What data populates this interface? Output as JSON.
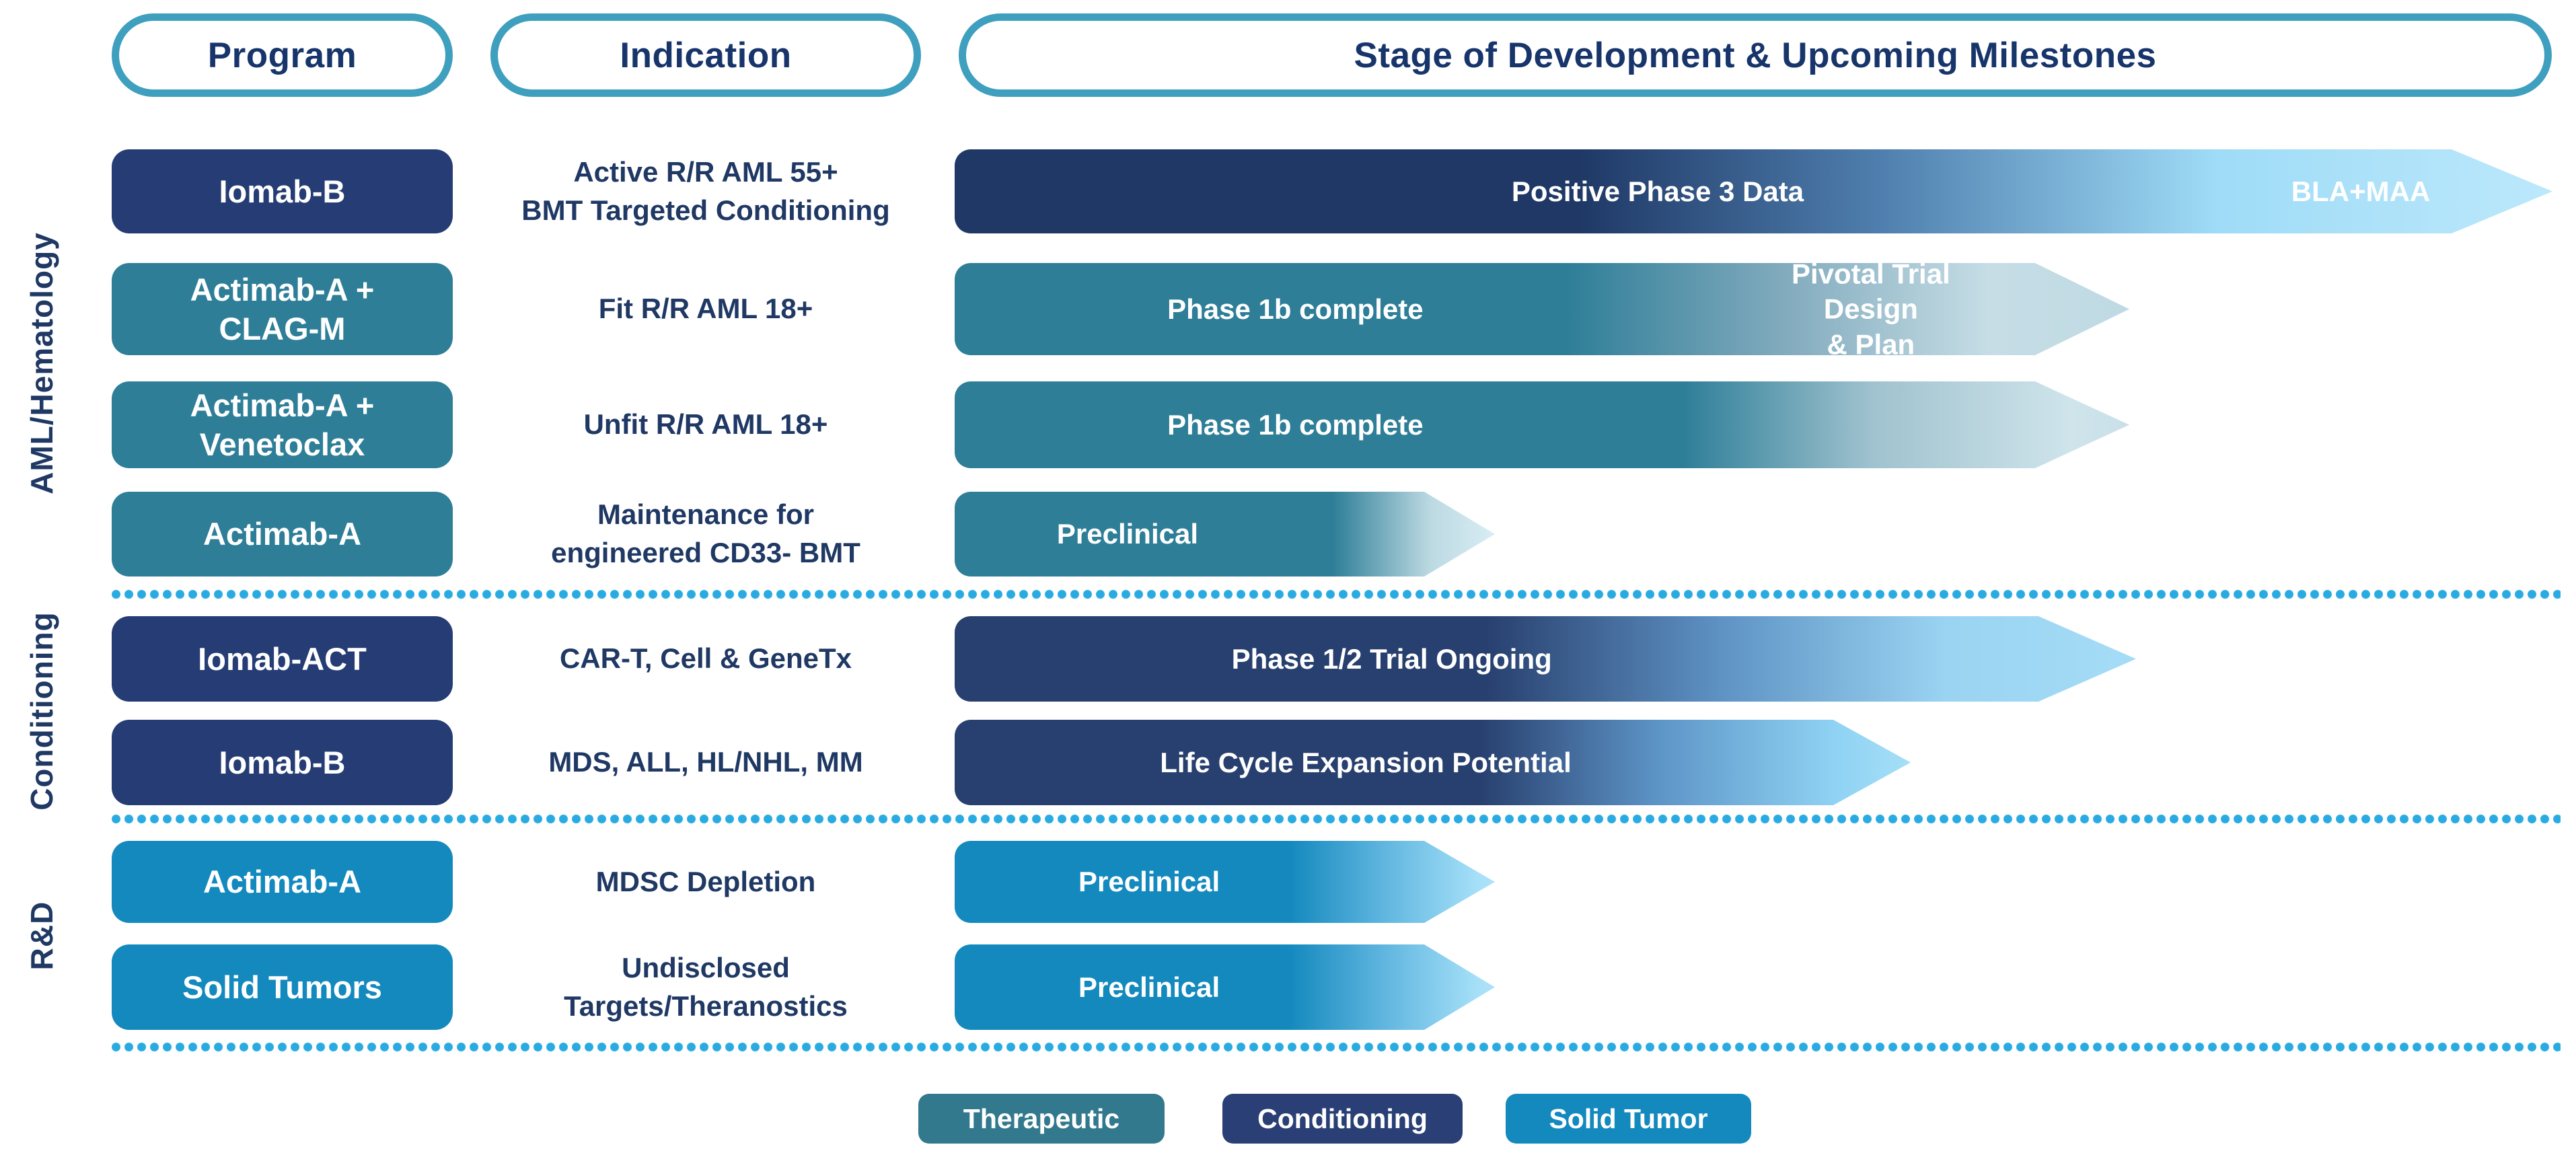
{
  "header": {
    "program": "Program",
    "indication": "Indication",
    "stage": "Stage of Development & Upcoming Milestones"
  },
  "categories": [
    {
      "label": "AML/Hematology"
    },
    {
      "label": "Conditioning"
    },
    {
      "label": "R&D"
    }
  ],
  "rows": [
    {
      "program": "Iomab-B",
      "indication": "Active R/R AML 55+\nBMT Targeted Conditioning",
      "stage": "Positive Phase 3 Data",
      "milestone": "BLA+MAA",
      "type": "conditioning"
    },
    {
      "program": "Actimab-A +\nCLAG-M",
      "indication": "Fit R/R AML 18+",
      "stage": "Phase 1b complete",
      "milestone": "Pivotal Trial Design\n& Plan",
      "type": "therapeutic"
    },
    {
      "program": "Actimab-A +\nVenetoclax",
      "indication": "Unfit R/R AML 18+",
      "stage": "Phase 1b complete",
      "milestone": "",
      "type": "therapeutic"
    },
    {
      "program": "Actimab-A",
      "indication": "Maintenance for\nengineered CD33- BMT",
      "stage": "Preclinical",
      "milestone": "",
      "type": "therapeutic"
    },
    {
      "program": "Iomab-ACT",
      "indication": "CAR-T, Cell & GeneTx",
      "stage": "Phase 1/2 Trial Ongoing",
      "milestone": "",
      "type": "conditioning"
    },
    {
      "program": "Iomab-B",
      "indication": "MDS, ALL, HL/NHL, MM",
      "stage": "Life Cycle Expansion Potential",
      "milestone": "",
      "type": "conditioning"
    },
    {
      "program": "Actimab-A",
      "indication": "MDSC Depletion",
      "stage": "Preclinical",
      "milestone": "",
      "type": "solid-tumor"
    },
    {
      "program": "Solid Tumors",
      "indication": "Undisclosed\nTargets/Theranostics",
      "stage": "Preclinical",
      "milestone": "",
      "type": "solid-tumor"
    }
  ],
  "legend": [
    {
      "label": "Therapeutic",
      "color": "#32798E"
    },
    {
      "label": "Conditioning",
      "color": "#2A3F75"
    },
    {
      "label": "Solid Tumor",
      "color": "#1489BE"
    }
  ],
  "colors": {
    "navy_box": "#253C74",
    "teal_box": "#2E7E98",
    "blue_box": "#1489BE",
    "arrow_navy": "#1F3866",
    "arrow_light_tail": "#BCE8FB",
    "pill_border": "#3E9FBE",
    "text_navy": "#1F3864",
    "dot_blue": "#29ABE2"
  }
}
